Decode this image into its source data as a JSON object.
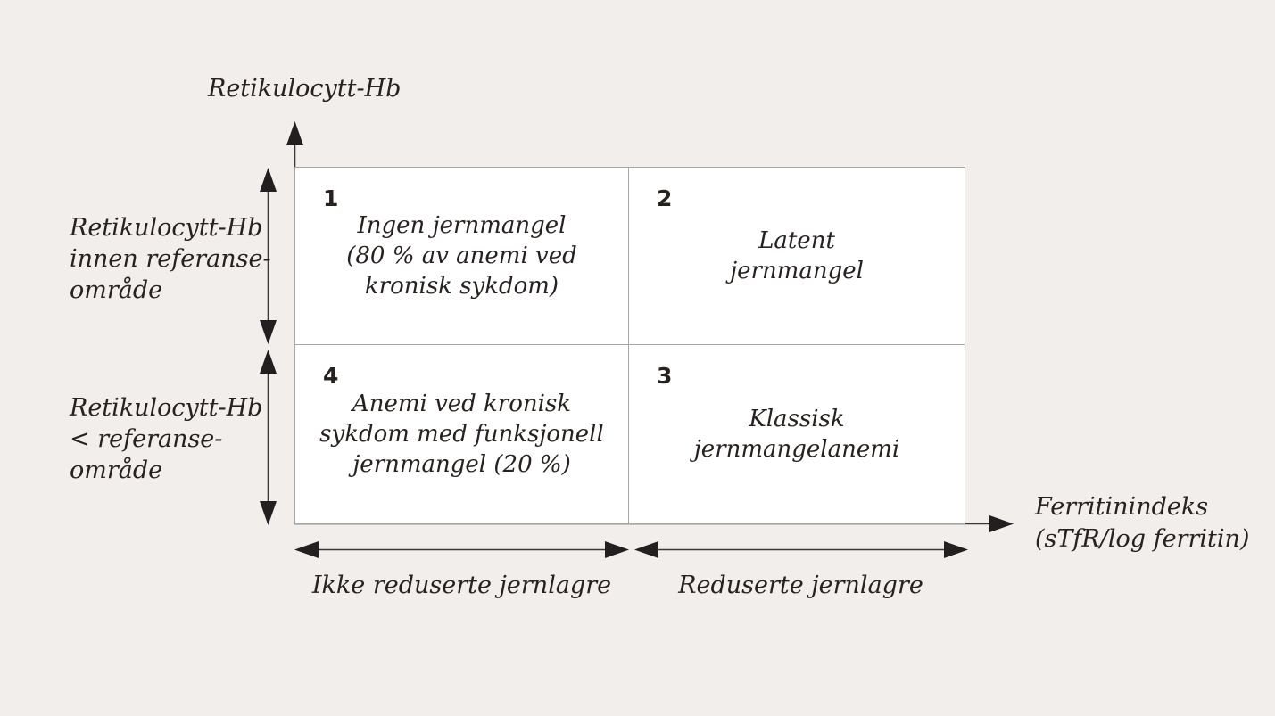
{
  "diagram": {
    "y_axis_title": "Retikulocytt-Hb",
    "x_axis_title_lines": [
      "Ferritinindeks",
      "(sTfR/log ferritin)"
    ],
    "left_labels": {
      "upper": {
        "lines": [
          "Retikulocytt-Hb",
          "innen referanse-",
          "område"
        ]
      },
      "lower": {
        "lines": [
          "Retikulocytt-Hb",
          "< referanse-",
          "område"
        ]
      }
    },
    "quadrants": [
      {
        "number": "1",
        "lines": [
          "Ingen jernmangel",
          "(80 % av anemi ved",
          "kronisk sykdom)"
        ]
      },
      {
        "number": "2",
        "lines": [
          "Latent",
          "jernmangel",
          ""
        ]
      },
      {
        "number": "4",
        "lines": [
          "Anemi ved kronisk",
          "sykdom med funksjonell",
          "jernmangel (20 %)"
        ]
      },
      {
        "number": "3",
        "lines": [
          "Klassisk",
          "jernmangelanemi",
          ""
        ]
      }
    ],
    "bottom_labels": {
      "left": "Ikke reduserte jernlagre",
      "right": "Reduserte jernlagre"
    }
  },
  "colors": {
    "background": "#f2eeec",
    "quadrant_fill": "#ffffff",
    "grid_border": "#a8a6a4",
    "line": "#3c3836",
    "arrowhead": "#231f20",
    "text": "#272220"
  }
}
